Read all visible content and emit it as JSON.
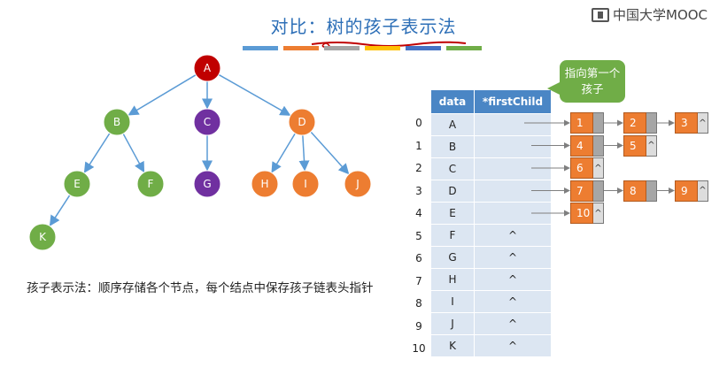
{
  "title": {
    "prefix": "对比：",
    "highlight": "树的孩子表示法"
  },
  "logo": {
    "text": "中国大学MOOC"
  },
  "colors": [
    "#5b9bd5",
    "#ed7d31",
    "#a5a5a5",
    "#ffc000",
    "#4472c4",
    "#70ad47"
  ],
  "tree": {
    "nodes": [
      {
        "id": "A",
        "color": "#c00000"
      },
      {
        "id": "B",
        "color": "#70ad47"
      },
      {
        "id": "C",
        "color": "#7030a0"
      },
      {
        "id": "D",
        "color": "#ed7d31"
      },
      {
        "id": "E",
        "color": "#70ad47"
      },
      {
        "id": "F",
        "color": "#70ad47"
      },
      {
        "id": "G",
        "color": "#7030a0"
      },
      {
        "id": "H",
        "color": "#ed7d31"
      },
      {
        "id": "I",
        "color": "#ed7d31"
      },
      {
        "id": "J",
        "color": "#ed7d31"
      },
      {
        "id": "K",
        "color": "#70ad47"
      }
    ],
    "edges": [
      [
        "A",
        "B"
      ],
      [
        "A",
        "C"
      ],
      [
        "A",
        "D"
      ],
      [
        "B",
        "E"
      ],
      [
        "B",
        "F"
      ],
      [
        "C",
        "G"
      ],
      [
        "D",
        "H"
      ],
      [
        "D",
        "I"
      ],
      [
        "D",
        "J"
      ],
      [
        "E",
        "K"
      ]
    ]
  },
  "description": "孩子表示法：顺序存储各个节点，每个结点中保存孩子链表头指针",
  "table": {
    "headers": [
      "data",
      "*firstChild"
    ],
    "rows": [
      {
        "index": "0",
        "data": "A",
        "first": ""
      },
      {
        "index": "1",
        "data": "B",
        "first": ""
      },
      {
        "index": "2",
        "data": "C",
        "first": ""
      },
      {
        "index": "3",
        "data": "D",
        "first": ""
      },
      {
        "index": "4",
        "data": "E",
        "first": ""
      },
      {
        "index": "5",
        "data": "F",
        "first": "^"
      },
      {
        "index": "6",
        "data": "G",
        "first": "^"
      },
      {
        "index": "7",
        "data": "H",
        "first": "^"
      },
      {
        "index": "8",
        "data": "I",
        "first": "^"
      },
      {
        "index": "9",
        "data": "J",
        "first": "^"
      },
      {
        "index": "10",
        "data": "K",
        "first": "^"
      }
    ]
  },
  "child_lists": [
    {
      "row": 0,
      "children": [
        "1",
        "2",
        "3"
      ]
    },
    {
      "row": 1,
      "children": [
        "4",
        "5"
      ]
    },
    {
      "row": 2,
      "children": [
        "6"
      ]
    },
    {
      "row": 3,
      "children": [
        "7",
        "8",
        "9"
      ]
    },
    {
      "row": 4,
      "children": [
        "10"
      ]
    }
  ],
  "null_symbol": "^",
  "callout": {
    "text": "指向第一个孩子"
  }
}
